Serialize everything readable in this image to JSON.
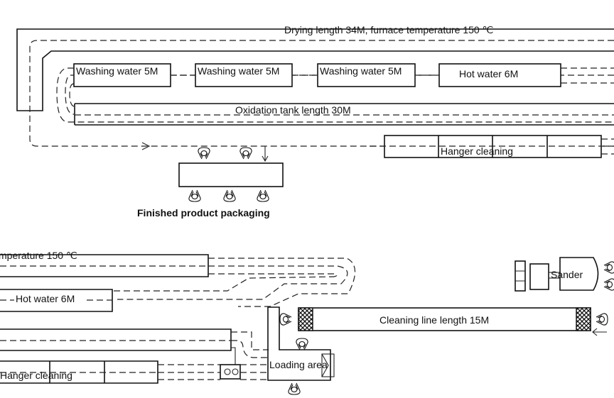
{
  "diagram": {
    "top_section": {
      "drying_label": "Drying length 34M, furnace temperature 150 ℃",
      "washing_tanks": [
        {
          "label": "Washing water 5M"
        },
        {
          "label": "Washing water 5M"
        },
        {
          "label": "Washing water 5M"
        }
      ],
      "hot_water_label": "Hot water 6M",
      "oxidation_label": "Oxidation tank length 30M",
      "hanger_cleaning_label": "Hanger cleaning",
      "packaging_label": "Finished product packaging"
    },
    "bottom_section": {
      "drying_label_partial": "mperature 150 ℃",
      "hot_water_label": "Hot water 6M",
      "hanger_cleaning_label": "Hanger cleaning",
      "loading_area_label": "Loading area",
      "cleaning_line_label": "Cleaning line length 15M",
      "sander_label": "Sander"
    }
  }
}
